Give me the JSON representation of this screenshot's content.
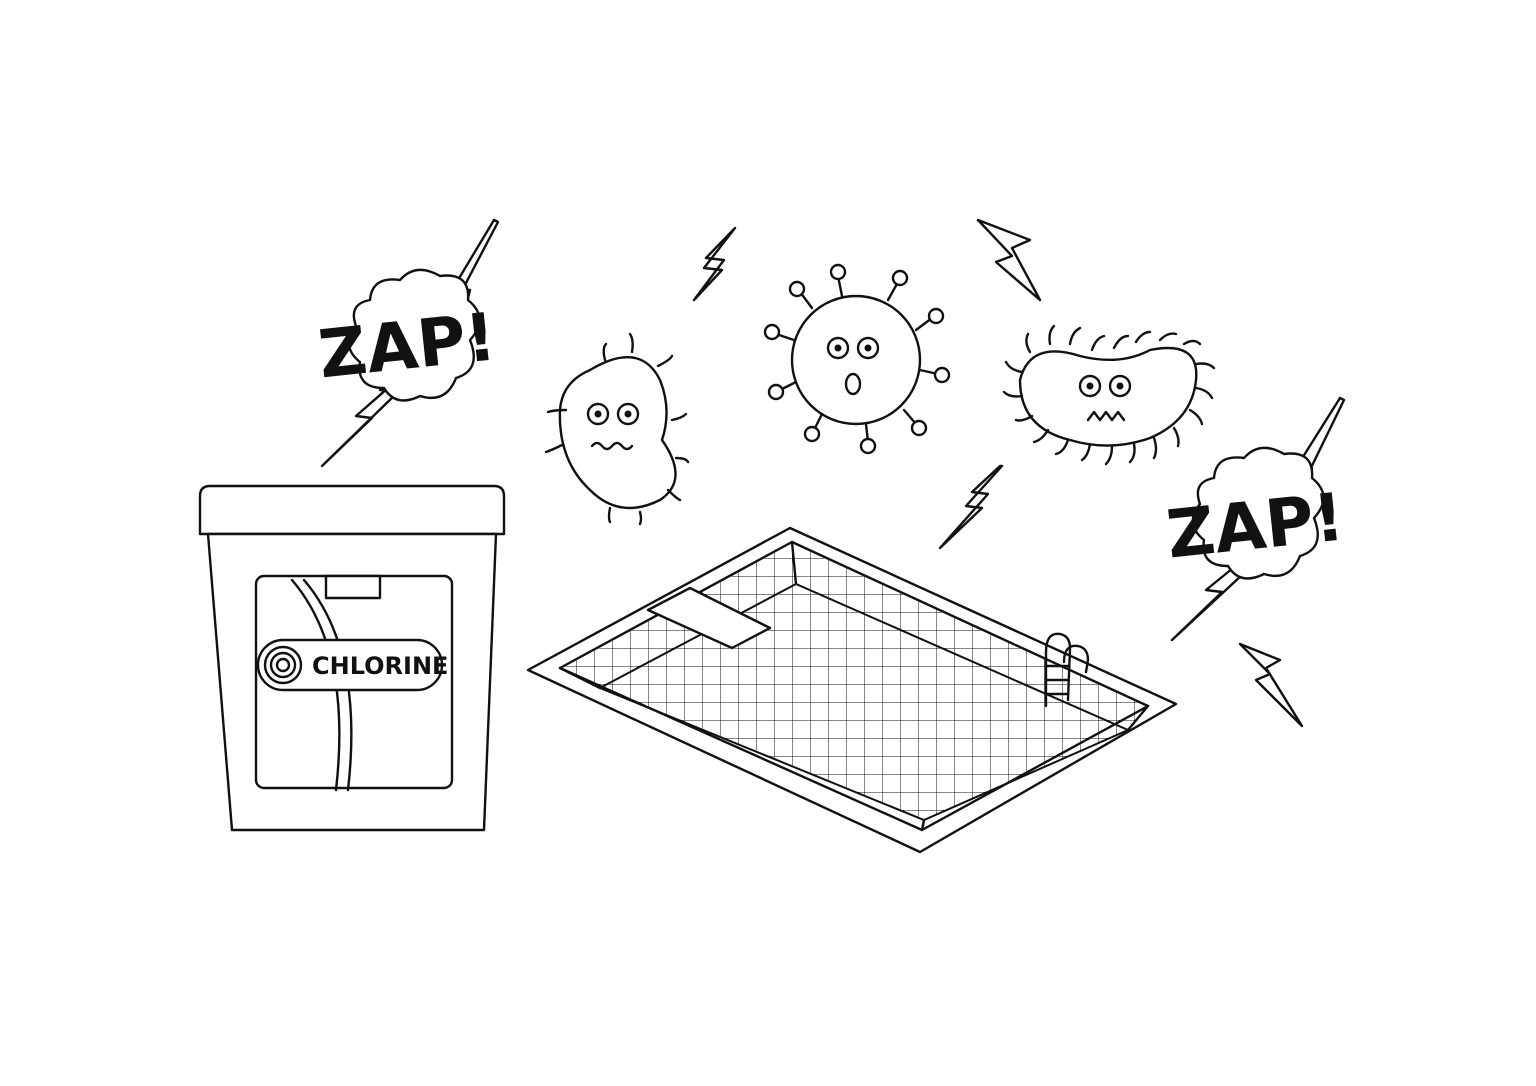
{
  "scene": {
    "bucket_label": "CHLORINE",
    "zap_left": "ZAP!",
    "zap_right": "ZAP!"
  },
  "colors": {
    "ink": "#111111",
    "paper": "#ffffff"
  },
  "icons": [
    "chlorine-bucket",
    "swimming-pool",
    "bacteria",
    "virus",
    "lightning-bolt",
    "zap-burst"
  ]
}
